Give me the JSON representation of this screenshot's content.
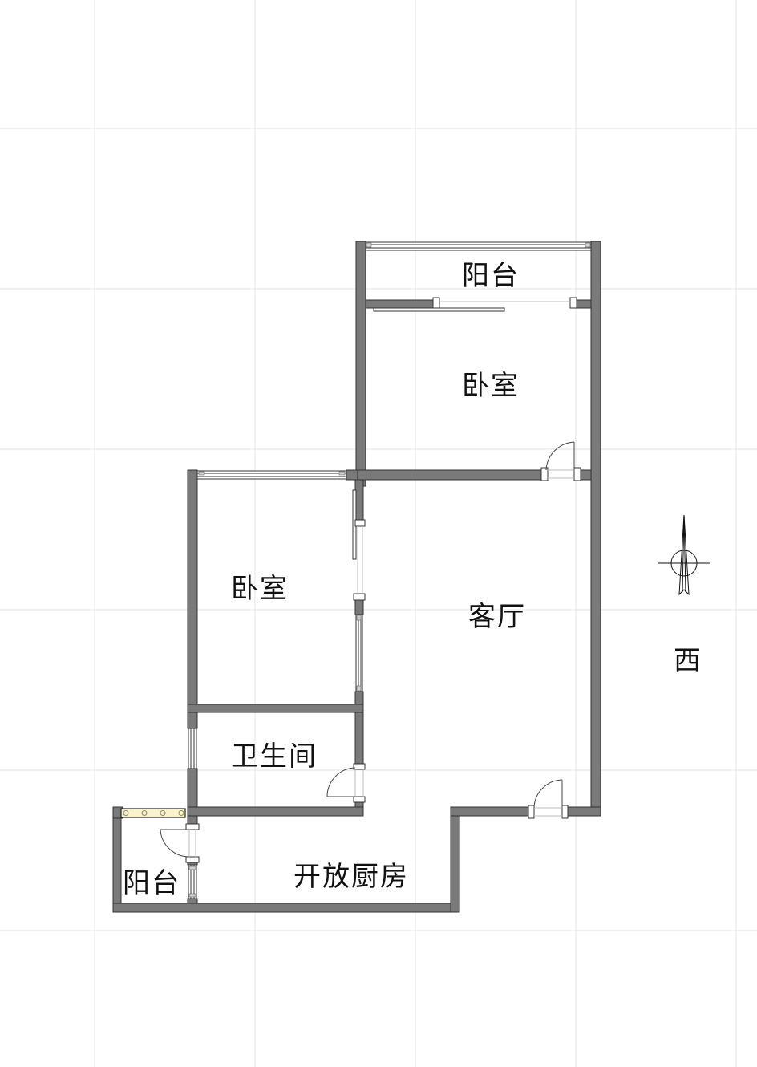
{
  "floorplan": {
    "rooms": [
      {
        "id": "balcony-north",
        "label": "阳台"
      },
      {
        "id": "bedroom-master",
        "label": "卧室"
      },
      {
        "id": "bedroom-second",
        "label": "卧室"
      },
      {
        "id": "living-room",
        "label": "客厅"
      },
      {
        "id": "bathroom",
        "label": "卫生间"
      },
      {
        "id": "open-kitchen",
        "label": "开放厨房"
      },
      {
        "id": "balcony-south",
        "label": "阳台"
      }
    ],
    "compass": {
      "direction_label": "西"
    },
    "colors": {
      "wall_fill": "#7a7a7a",
      "wall_stroke": "#333333",
      "grid": "#e6e6e6",
      "utility_bar": "#fbf3cc",
      "background": "#ffffff"
    },
    "grid": {
      "x": [
        118,
        318,
        518,
        718,
        918
      ],
      "y": [
        160,
        360,
        560,
        760,
        960,
        1160
      ]
    }
  }
}
